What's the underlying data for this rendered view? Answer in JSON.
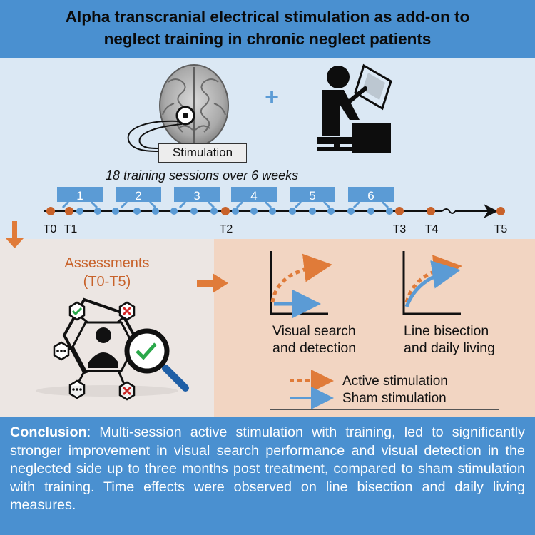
{
  "header": {
    "title_line1": "Alpha transcranial electrical stimulation as add-on to",
    "title_line2": "neglect training in chronic neglect patients",
    "bg_color": "#4a90d0"
  },
  "top": {
    "plus": "+",
    "stimulation_label": "Stimulation",
    "sessions_caption": "18 training sessions over 6 weeks",
    "weeks": [
      "1",
      "2",
      "3",
      "4",
      "5",
      "6"
    ],
    "timepoints": [
      "T0",
      "T1",
      "T2",
      "T3",
      "T4",
      "T5"
    ],
    "icons": [
      "brain-icon",
      "electrode-icon",
      "person-at-computer-icon"
    ]
  },
  "assessments": {
    "title_line1": "Assessments",
    "title_line2": "(T0-T5)",
    "icons": [
      "person-network-icon",
      "magnifier-check-icon",
      "check-icon",
      "cross-icon",
      "ellipsis-icon"
    ]
  },
  "results": {
    "graph1_line1": "Visual search",
    "graph1_line2": "and detection",
    "graph2_line1": "Line bisection",
    "graph2_line2": "and daily living",
    "legend_active": "Active stimulation",
    "legend_sham": "Sham stimulation",
    "active_color": "#e07b39",
    "sham_color": "#5b9bd5"
  },
  "conclusion": {
    "label": "Conclusion",
    "text": ": Multi-session active stimulation with training, led to significantly stronger improvement in visual search performance and visual detection in the neglected side up to three months post treatment, compared to sham stimulation with training. Time effects were observed on line bisection and daily living measures."
  }
}
